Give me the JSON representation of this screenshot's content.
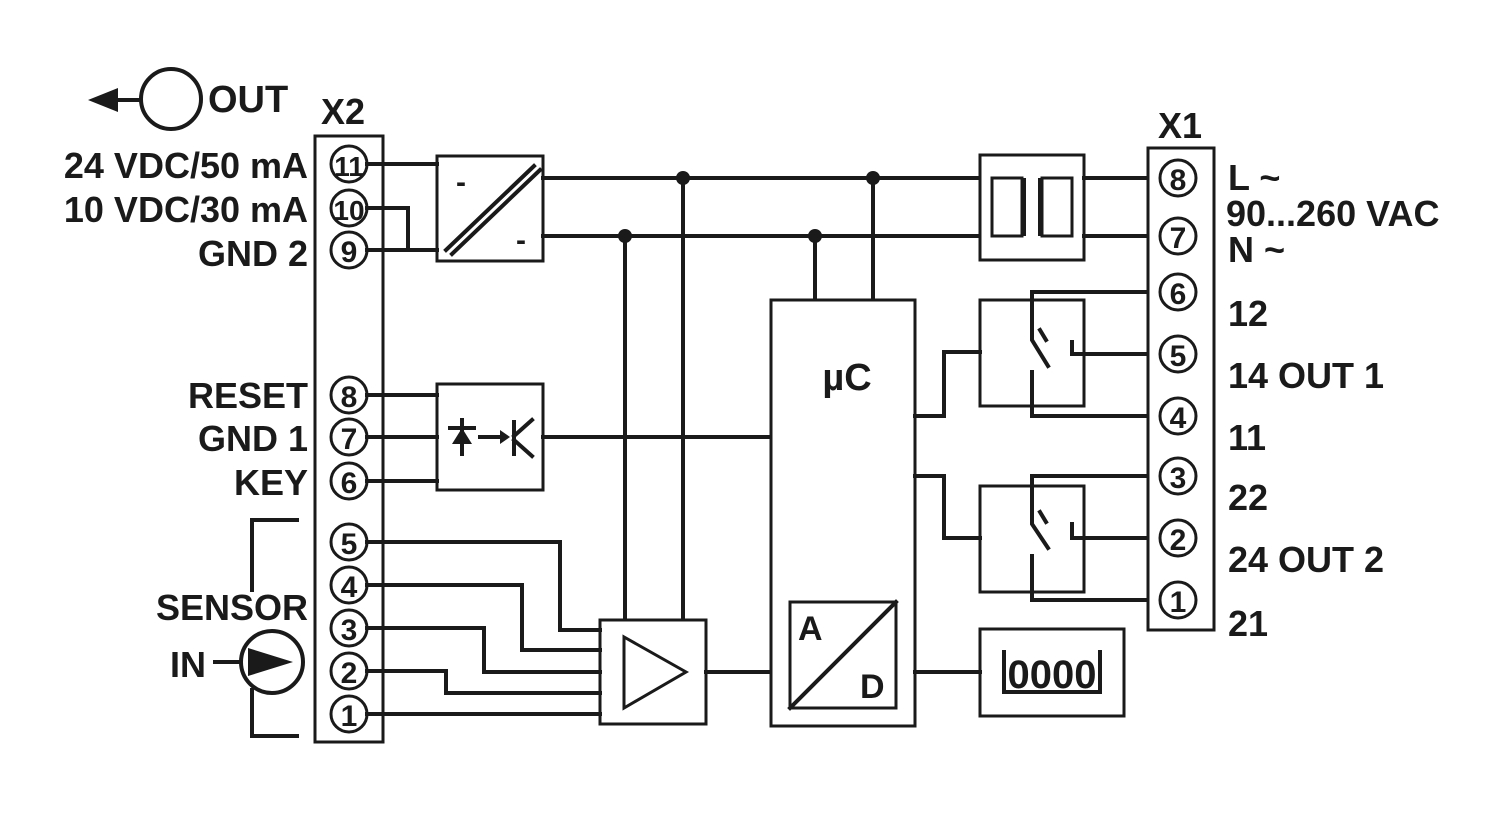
{
  "out_label": "OUT",
  "x2": {
    "title": "X2",
    "labels": {
      "t11": "24 VDC/50 mA",
      "t10": "10 VDC/30 mA",
      "t9": "GND 2",
      "t8": "RESET",
      "t7": "GND 1",
      "t6": "KEY",
      "sensor": "SENSOR",
      "in": "IN"
    },
    "terminals": [
      "11",
      "10",
      "9",
      "8",
      "7",
      "6",
      "5",
      "4",
      "3",
      "2",
      "1"
    ]
  },
  "x1": {
    "title": "X1",
    "terminals": [
      "8",
      "7",
      "6",
      "5",
      "4",
      "3",
      "2",
      "1"
    ],
    "labels": {
      "l": "L ~",
      "voltage": "90...260 VAC",
      "n": "N ~",
      "t12": "12",
      "t14": "14 OUT 1",
      "t11": "11",
      "t22": "22",
      "t24": "24 OUT 2",
      "t21": "21"
    }
  },
  "blocks": {
    "mcu": "µC",
    "adc_a": "A",
    "adc_d": "D",
    "display": "0000",
    "dcdc_minus_top": "-",
    "dcdc_minus_bottom": "-"
  }
}
